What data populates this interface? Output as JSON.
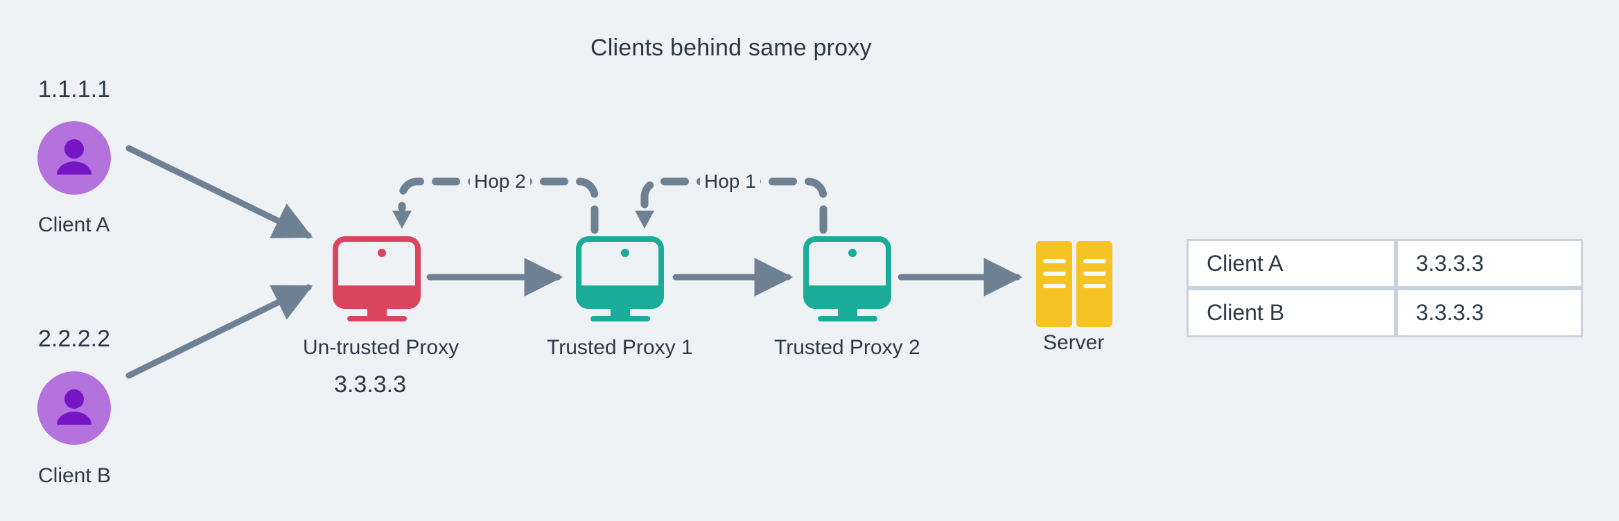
{
  "diagram": {
    "title": "Clients behind same proxy",
    "background_color": "#eff2f5",
    "text_color": "#2b3947",
    "arrow_color": "#6e8193",
    "colors": {
      "client_circle": "#b472dd",
      "client_person": "#7515c4",
      "untrusted_proxy": "#d9455f",
      "trusted_proxy": "#1aab99",
      "server": "#f6c324",
      "table_border": "#c6d2dd",
      "table_cell": "#ffffff"
    }
  },
  "clients": [
    {
      "id": "client-a",
      "ip": "1.1.1.1",
      "label": "Client A",
      "icon": "person-avatar-icon"
    },
    {
      "id": "client-b",
      "ip": "2.2.2.2",
      "label": "Client B",
      "icon": "person-avatar-icon"
    }
  ],
  "nodes": [
    {
      "id": "untrusted-proxy",
      "label": "Un-trusted Proxy",
      "ip": "3.3.3.3",
      "icon": "monitor-icon",
      "color": "#d9455f"
    },
    {
      "id": "trusted-proxy-1",
      "label": "Trusted Proxy 1",
      "ip": "",
      "icon": "monitor-icon",
      "color": "#1aab99"
    },
    {
      "id": "trusted-proxy-2",
      "label": "Trusted Proxy 2",
      "ip": "",
      "icon": "monitor-icon",
      "color": "#1aab99"
    },
    {
      "id": "server",
      "label": "Server",
      "ip": "",
      "icon": "server-rack-icon",
      "color": "#f6c324"
    }
  ],
  "hops": [
    {
      "id": "hop-2",
      "label": "Hop 2",
      "from": "trusted-proxy-1",
      "to": "untrusted-proxy",
      "style": "dashed"
    },
    {
      "id": "hop-1",
      "label": "Hop 1",
      "from": "trusted-proxy-2",
      "to": "trusted-proxy-1",
      "style": "dashed"
    }
  ],
  "flows": [
    {
      "from": "client-a",
      "to": "untrusted-proxy",
      "style": "solid"
    },
    {
      "from": "client-b",
      "to": "untrusted-proxy",
      "style": "solid"
    },
    {
      "from": "untrusted-proxy",
      "to": "trusted-proxy-1",
      "style": "solid"
    },
    {
      "from": "trusted-proxy-1",
      "to": "trusted-proxy-2",
      "style": "solid"
    },
    {
      "from": "trusted-proxy-2",
      "to": "server",
      "style": "solid"
    }
  ],
  "table": {
    "rows": [
      {
        "name": "Client A",
        "ip": "3.3.3.3"
      },
      {
        "name": "Client B",
        "ip": "3.3.3.3"
      }
    ]
  }
}
